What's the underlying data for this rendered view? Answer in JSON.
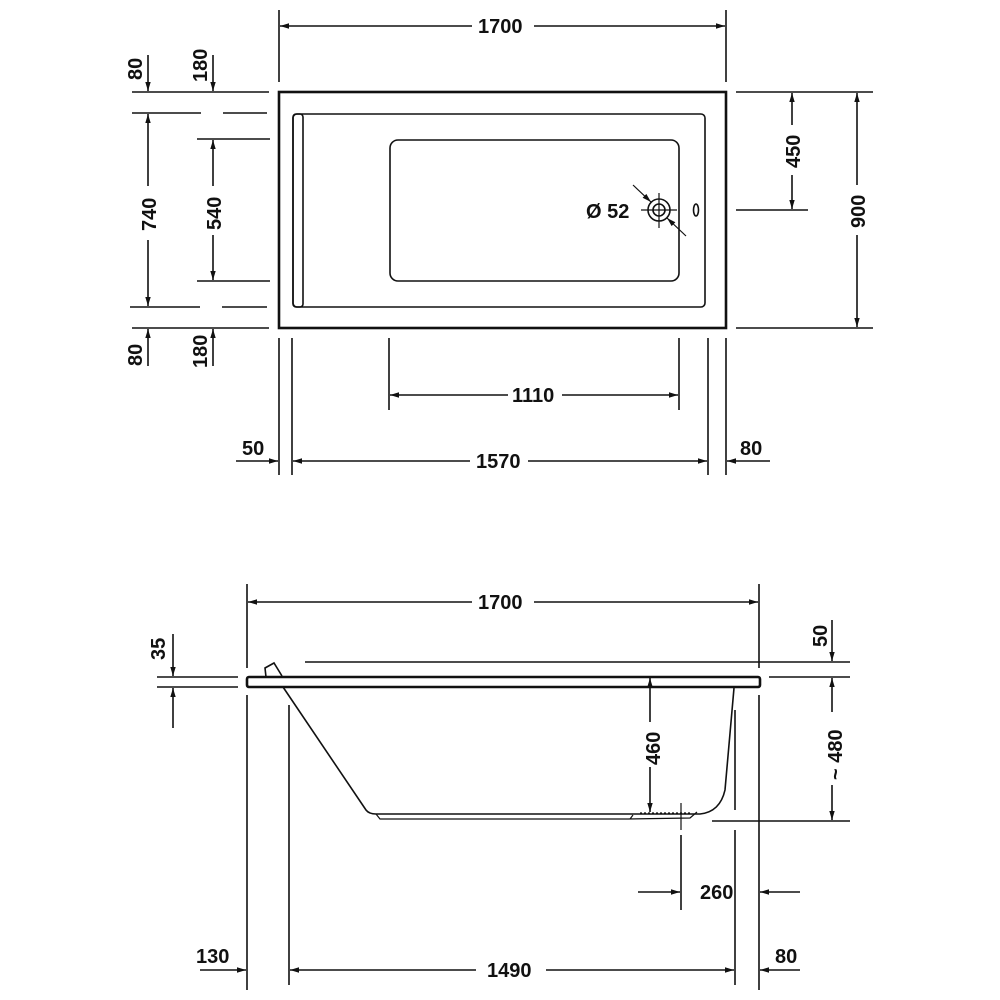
{
  "drawing": {
    "type": "bathtub technical drawing",
    "stroke_color": "#111111",
    "background": "#ffffff",
    "units": "mm"
  },
  "top_view": {
    "overall_length": "1700",
    "overall_width": "900",
    "rim_top": "80",
    "rim_bottom": "80",
    "inner_width": "740",
    "basin_offset_top": "180",
    "basin_offset_bottom": "180",
    "basin_width": "540",
    "drain_offset": "450",
    "drain_diameter": "Ø 52",
    "basin_length": "1110",
    "inner_length": "1570",
    "left_rim": "50",
    "right_rim": "80"
  },
  "side_view": {
    "overall_length": "1700",
    "rim_thickness": "35",
    "top_offset": "50",
    "depth": "460",
    "total_height": "~ 480",
    "drain_position": "260",
    "left_offset": "130",
    "bottom_length": "1490",
    "right_offset": "80"
  }
}
